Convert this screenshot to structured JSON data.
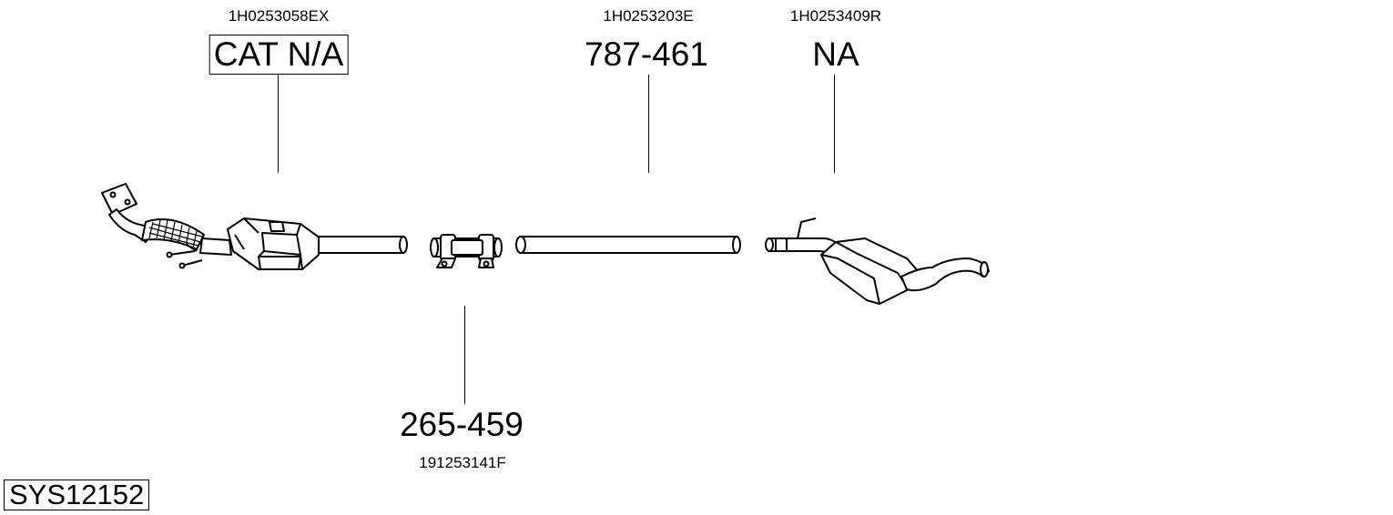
{
  "system_code": "SYS12152",
  "parts": [
    {
      "oem": "1H0253058EX",
      "number": "CAT N/A",
      "boxed": true
    },
    {
      "oem": "1H0253203E",
      "number": "787-461",
      "boxed": false
    },
    {
      "oem": "1H0253409R",
      "number": "NA",
      "boxed": false
    },
    {
      "oem": "191253141F",
      "number": "265-459",
      "boxed": false
    }
  ],
  "components": [
    "catalytic-converter",
    "pipe-clamp",
    "middle-pipe",
    "rear-silencer"
  ]
}
